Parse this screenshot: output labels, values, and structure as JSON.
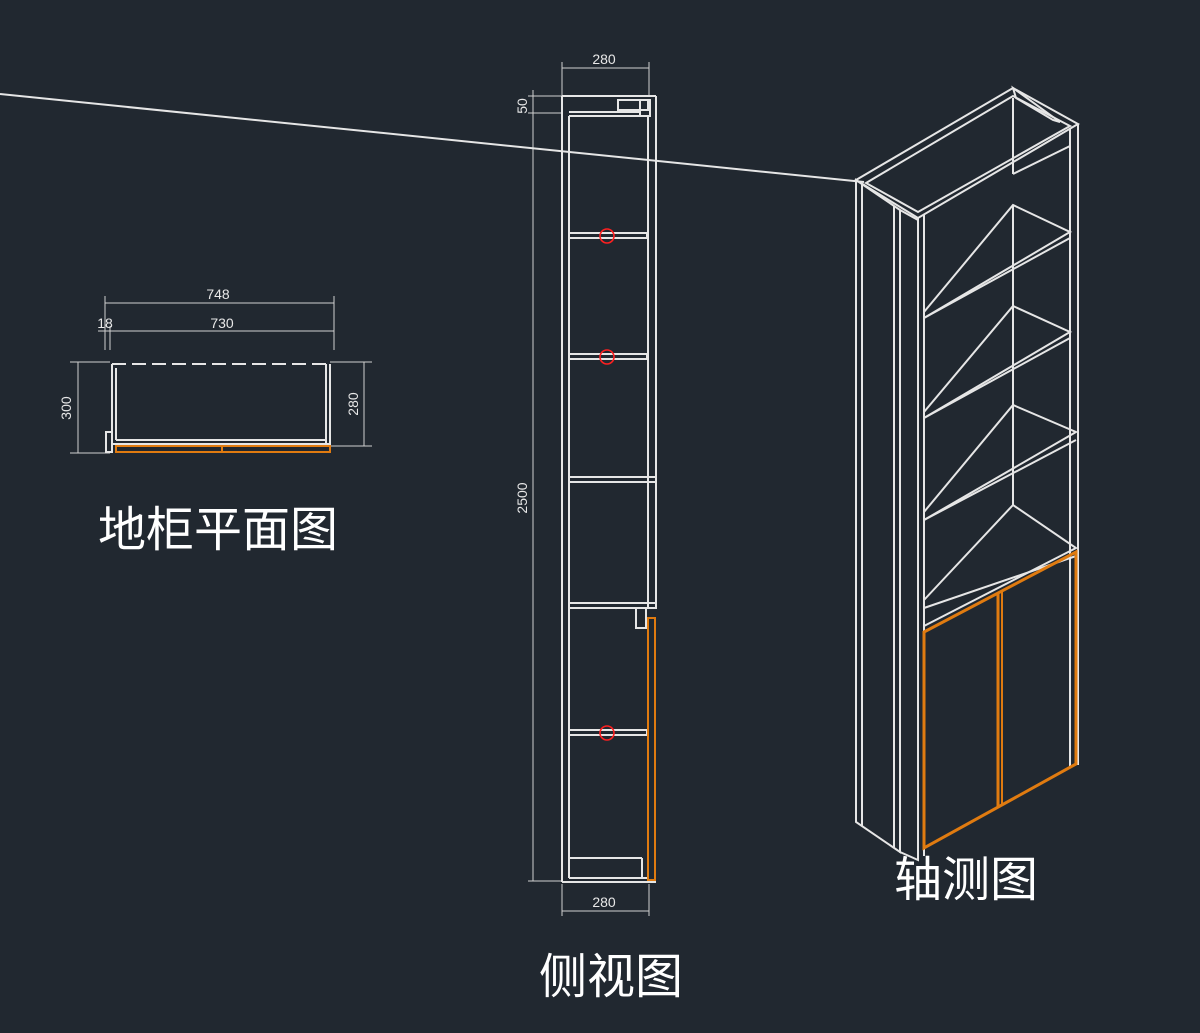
{
  "plan_view": {
    "title": "地柜平面图",
    "dim_overall_width": "748",
    "dim_panel": "18",
    "dim_inner_width": "730",
    "dim_depth_outer": "300",
    "dim_depth_inner": "280"
  },
  "side_view": {
    "title": "侧视图",
    "dim_top_depth": "280",
    "dim_top_thickness": "50",
    "dim_height": "2500",
    "dim_bottom_depth": "280"
  },
  "axonometric_view": {
    "title": "轴测图"
  },
  "colors": {
    "background": "#212830",
    "line": "#e6e6e6",
    "door_highlight": "#e07b10",
    "marker": "#ff2020"
  }
}
